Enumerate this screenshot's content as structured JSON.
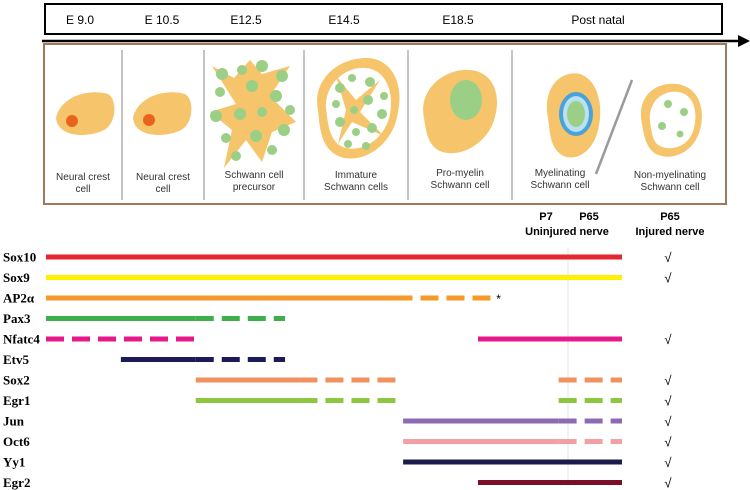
{
  "timeline": {
    "stages": [
      "E 9.0",
      "E 10.5",
      "E12.5",
      "E14.5",
      "E18.5",
      "Post natal"
    ]
  },
  "cells": [
    {
      "line1": "Neural crest",
      "line2": "cell"
    },
    {
      "line1": "Neural crest",
      "line2": "cell"
    },
    {
      "line1": "Schwann cell",
      "line2": "precursor"
    },
    {
      "line1": "Immature",
      "line2": "Schwann cells"
    },
    {
      "line1": "Pro-myelin",
      "line2": "Schwann cell"
    },
    {
      "line1": "Myelinating",
      "line2": "Schwann cell"
    },
    {
      "line1": "Non-myelinating",
      "line2": "Schwann cell"
    }
  ],
  "postnatal_headers": {
    "p7": "P7",
    "p65": "P65",
    "uninjured": "Uninjured nerve",
    "p65_injured": "P65",
    "injured": "Injured nerve"
  },
  "check_mark": "√",
  "asterisk": "*",
  "colors": {
    "frame_brown": "#a0785a",
    "cell_fill": "#f6c46a",
    "nucleus": "#e8641e",
    "green": "#9ccf86"
  },
  "genes": [
    {
      "name": "Sox10",
      "color": "#e3262f",
      "solid": [
        [
          0,
          10
        ]
      ],
      "dashed": [],
      "check": true
    },
    {
      "name": "Sox9",
      "color": "#ffef00",
      "solid": [
        [
          0,
          10
        ]
      ],
      "dashed": [],
      "check": true
    },
    {
      "name": "AP2α",
      "color": "#f59a2a",
      "solid": [
        [
          0,
          6.05
        ]
      ],
      "dashed": [
        [
          6.05,
          7.8
        ]
      ],
      "check": false,
      "asterisk": true
    },
    {
      "name": "Pax3",
      "color": "#3db04b",
      "solid": [
        [
          0,
          2.6
        ]
      ],
      "dashed": [
        [
          2.6,
          4.15
        ]
      ],
      "check": false
    },
    {
      "name": "Nfatc4",
      "color": "#e7178c",
      "solid": [
        [
          7.5,
          10
        ]
      ],
      "dashed": [
        [
          0,
          2.6
        ]
      ],
      "check": true
    },
    {
      "name": "Etv5",
      "color": "#1d1a5a",
      "solid": [
        [
          1.3,
          2.6
        ]
      ],
      "dashed": [
        [
          2.6,
          4.15
        ]
      ],
      "check": false
    },
    {
      "name": "Sox2",
      "color": "#f0915e",
      "solid": [
        [
          2.6,
          4.4
        ]
      ],
      "dashed": [
        [
          4.4,
          6.2
        ],
        [
          8.9,
          10
        ]
      ],
      "check": true
    },
    {
      "name": "Egr1",
      "color": "#8dc63f",
      "solid": [
        [
          2.6,
          4.4
        ]
      ],
      "dashed": [
        [
          4.4,
          6.2
        ],
        [
          8.9,
          10
        ]
      ],
      "check": true
    },
    {
      "name": "Jun",
      "color": "#8e6ab3",
      "solid": [
        [
          6.2,
          8.9
        ]
      ],
      "dashed": [
        [
          8.9,
          10
        ]
      ],
      "check": true
    },
    {
      "name": "Oct6",
      "color": "#f2a0a3",
      "solid": [
        [
          6.2,
          8.9
        ]
      ],
      "dashed": [
        [
          8.9,
          10
        ]
      ],
      "check": true
    },
    {
      "name": "Yy1",
      "color": "#1a1b4b",
      "solid": [
        [
          6.2,
          10
        ]
      ],
      "dashed": [],
      "check": true
    },
    {
      "name": "Egr2",
      "color": "#7a1027",
      "solid": [
        [
          7.5,
          10
        ]
      ],
      "dashed": [],
      "check": true
    }
  ]
}
